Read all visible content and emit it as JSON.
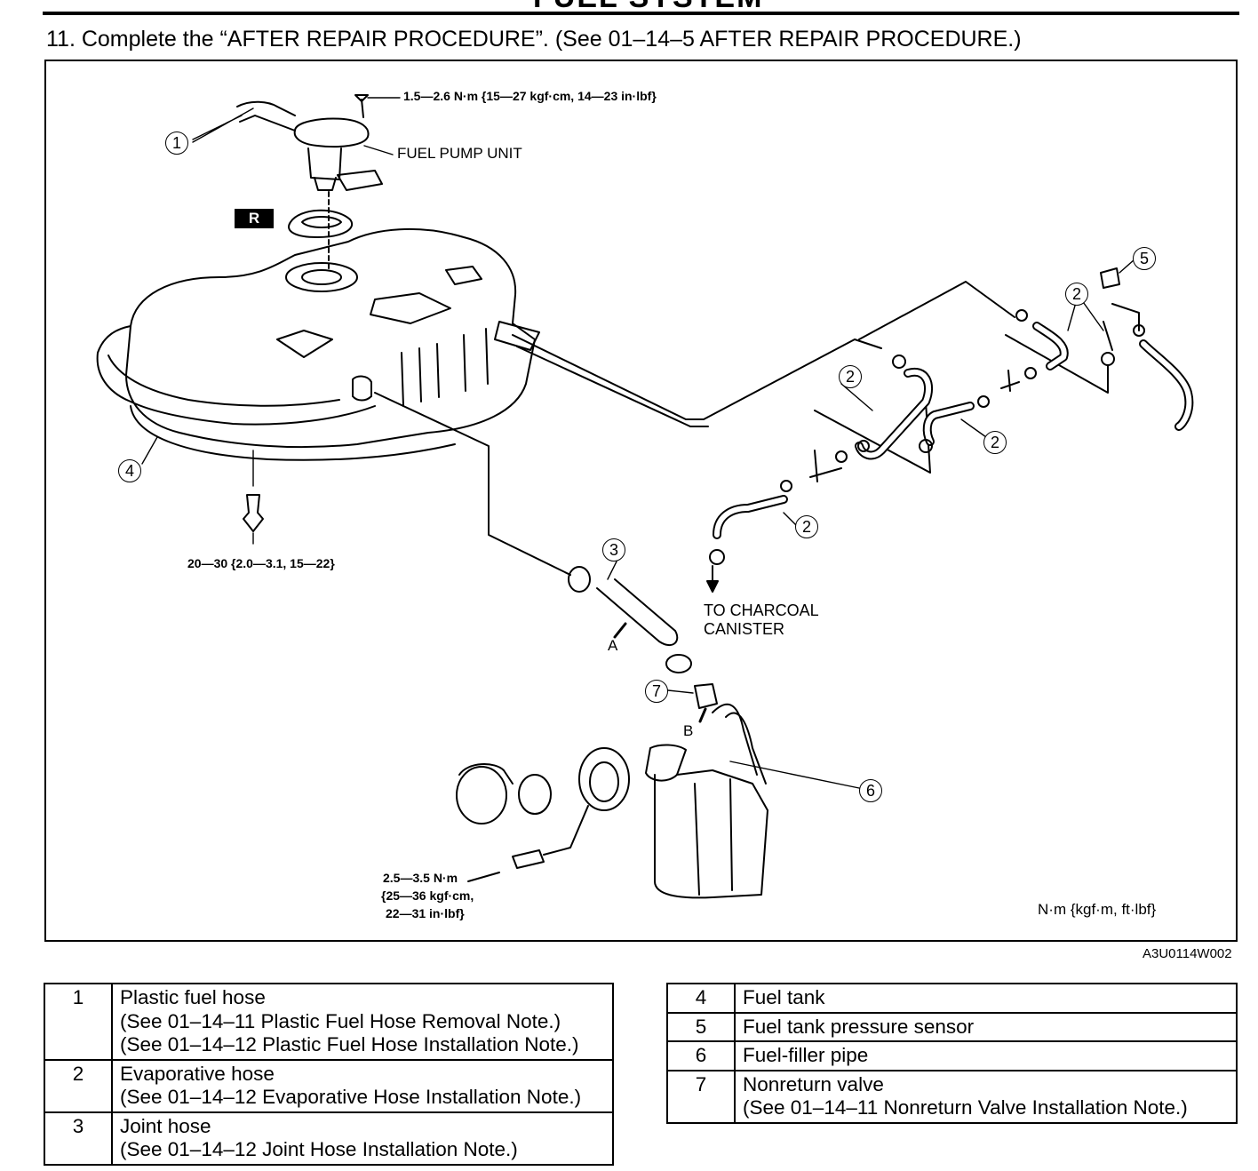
{
  "header": {
    "title_fragment": "FUEL SYSTEM"
  },
  "step": {
    "text": "11. Complete the “AFTER REPAIR PROCEDURE”. (See 01–14–5 AFTER REPAIR PROCEDURE.)"
  },
  "figure": {
    "torque_pump": "1.5—2.6 N·m {15—27 kgf·cm, 14—23 in·lbf}",
    "fuel_pump_unit": "FUEL PUMP UNIT",
    "r_mark": "R",
    "torque_tank": "20—30 {2.0—3.1, 15—22}",
    "to_charcoal_1": "TO CHARCOAL",
    "to_charcoal_2": "CANISTER",
    "arrow_a": "A",
    "arrow_b": "B",
    "torque_filler_1": "2.5—3.5 N·m",
    "torque_filler_2": "{25—36 kgf·cm,",
    "torque_filler_3": "22—31 in·lbf}",
    "units": "N·m {kgf·m, ft·lbf}",
    "code": "A3U0114W002",
    "callouts": {
      "c1": "1",
      "c2": "2",
      "c3": "3",
      "c4": "4",
      "c5": "5",
      "c6": "6",
      "c7": "7"
    }
  },
  "legend_left": [
    {
      "num": "1",
      "name": "Plastic fuel hose",
      "notes": [
        "(See 01–14–11 Plastic Fuel Hose Removal Note.)",
        "(See 01–14–12 Plastic Fuel Hose Installation Note.)"
      ]
    },
    {
      "num": "2",
      "name": "Evaporative hose",
      "notes": [
        "(See 01–14–12 Evaporative Hose Installation Note.)"
      ]
    },
    {
      "num": "3",
      "name": "Joint hose",
      "notes": [
        "(See 01–14–12 Joint Hose Installation Note.)"
      ]
    }
  ],
  "legend_right": [
    {
      "num": "4",
      "name": "Fuel tank",
      "notes": []
    },
    {
      "num": "5",
      "name": "Fuel tank pressure sensor",
      "notes": []
    },
    {
      "num": "6",
      "name": "Fuel-filler pipe",
      "notes": []
    },
    {
      "num": "7",
      "name": "Nonreturn valve",
      "notes": [
        "(See 01–14–11 Nonreturn Valve Installation Note.)"
      ]
    }
  ]
}
